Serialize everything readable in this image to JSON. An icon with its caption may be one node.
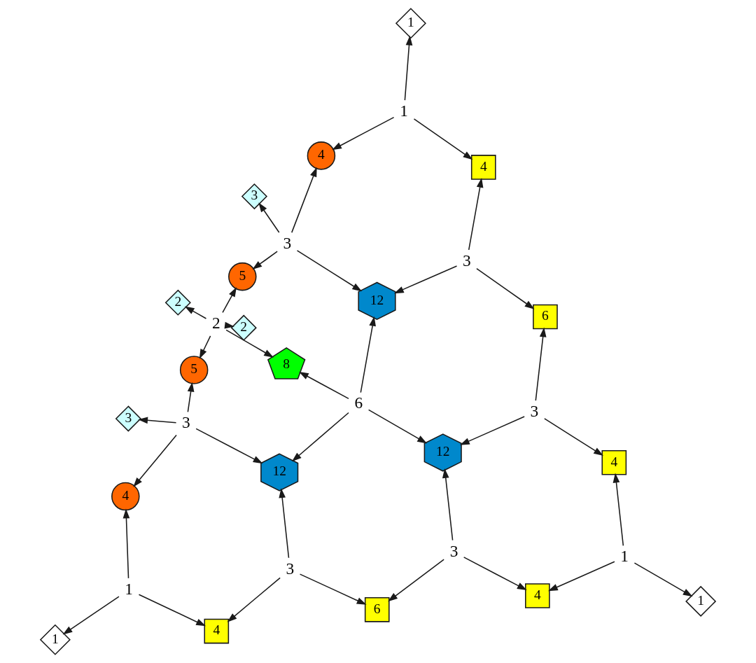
{
  "diagram": {
    "nodes": [
      {
        "text": [
          "1"
        ]
      },
      {
        "text": [
          "1"
        ]
      },
      {
        "text": [
          "4"
        ]
      },
      {
        "text": [
          "4"
        ]
      },
      {
        "text": [
          "3"
        ]
      },
      {
        "text": [
          "5"
        ]
      },
      {
        "text": [
          "3"
        ]
      },
      {
        "text": [
          "3"
        ]
      },
      {
        "text": [
          "2"
        ]
      },
      {
        "text": [
          "12"
        ]
      },
      {
        "text": [
          "6"
        ]
      },
      {
        "text": [
          "2"
        ]
      },
      {
        "text": [
          "2"
        ]
      },
      {
        "text": [
          "5"
        ]
      },
      {
        "text": [
          "8"
        ]
      },
      {
        "text": [
          "3"
        ]
      },
      {
        "text": [
          "3"
        ]
      },
      {
        "text": [
          "6"
        ]
      },
      {
        "text": [
          "3"
        ]
      },
      {
        "text": [
          "4"
        ]
      },
      {
        "text": [
          "12"
        ]
      },
      {
        "text": [
          "12"
        ]
      },
      {
        "text": [
          "4"
        ]
      },
      {
        "text": [
          "1"
        ]
      },
      {
        "text": [
          "3"
        ]
      },
      {
        "text": [
          "3"
        ]
      },
      {
        "text": [
          "1"
        ]
      },
      {
        "text": [
          "1"
        ]
      },
      {
        "text": [
          "4"
        ]
      },
      {
        "text": [
          "6"
        ]
      },
      {
        "text": [
          "4"
        ]
      },
      {
        "text": [
          "1"
        ]
      }
    ],
    "edges": [
      {
        "from": 1,
        "to": 0,
        "arrow": "to"
      },
      {
        "from": 1,
        "to": 2,
        "arrow": "to"
      },
      {
        "from": 1,
        "to": 3,
        "arrow": "to"
      },
      {
        "from": 6,
        "to": 4,
        "arrow": "to"
      },
      {
        "from": 6,
        "to": 2,
        "arrow": "to"
      },
      {
        "from": 6,
        "to": 5,
        "arrow": "to"
      },
      {
        "from": 6,
        "to": 9,
        "arrow": "to"
      },
      {
        "from": 7,
        "to": 3,
        "arrow": "to"
      },
      {
        "from": 7,
        "to": 9,
        "arrow": "to"
      },
      {
        "from": 7,
        "to": 10,
        "arrow": "to"
      },
      {
        "from": 12,
        "to": 8,
        "arrow": "to"
      },
      {
        "from": 12,
        "to": 11,
        "arrow": "to"
      },
      {
        "from": 12,
        "to": 5,
        "arrow": "to"
      },
      {
        "from": 12,
        "to": 13,
        "arrow": "to"
      },
      {
        "from": 12,
        "to": 14,
        "arrow": "to"
      },
      {
        "from": 16,
        "to": 13,
        "arrow": "to"
      },
      {
        "from": 16,
        "to": 15,
        "arrow": "to"
      },
      {
        "from": 16,
        "to": 19,
        "arrow": "to"
      },
      {
        "from": 16,
        "to": 20,
        "arrow": "to"
      },
      {
        "from": 17,
        "to": 9,
        "arrow": "to"
      },
      {
        "from": 17,
        "to": 14,
        "arrow": "to"
      },
      {
        "from": 17,
        "to": 20,
        "arrow": "to"
      },
      {
        "from": 17,
        "to": 21,
        "arrow": "to"
      },
      {
        "from": 18,
        "to": 10,
        "arrow": "to"
      },
      {
        "from": 18,
        "to": 21,
        "arrow": "to"
      },
      {
        "from": 18,
        "to": 22,
        "arrow": "to"
      },
      {
        "from": 23,
        "to": 19,
        "arrow": "to"
      },
      {
        "from": 23,
        "to": 27,
        "arrow": "to"
      },
      {
        "from": 23,
        "to": 28,
        "arrow": "to"
      },
      {
        "from": 24,
        "to": 20,
        "arrow": "to"
      },
      {
        "from": 24,
        "to": 28,
        "arrow": "to"
      },
      {
        "from": 24,
        "to": 29,
        "arrow": "to"
      },
      {
        "from": 25,
        "to": 21,
        "arrow": "to"
      },
      {
        "from": 25,
        "to": 29,
        "arrow": "to"
      },
      {
        "from": 25,
        "to": 30,
        "arrow": "to"
      },
      {
        "from": 26,
        "to": 22,
        "arrow": "to"
      },
      {
        "from": 26,
        "to": 30,
        "arrow": "to"
      },
      {
        "from": 26,
        "to": 31,
        "arrow": "to"
      }
    ]
  }
}
